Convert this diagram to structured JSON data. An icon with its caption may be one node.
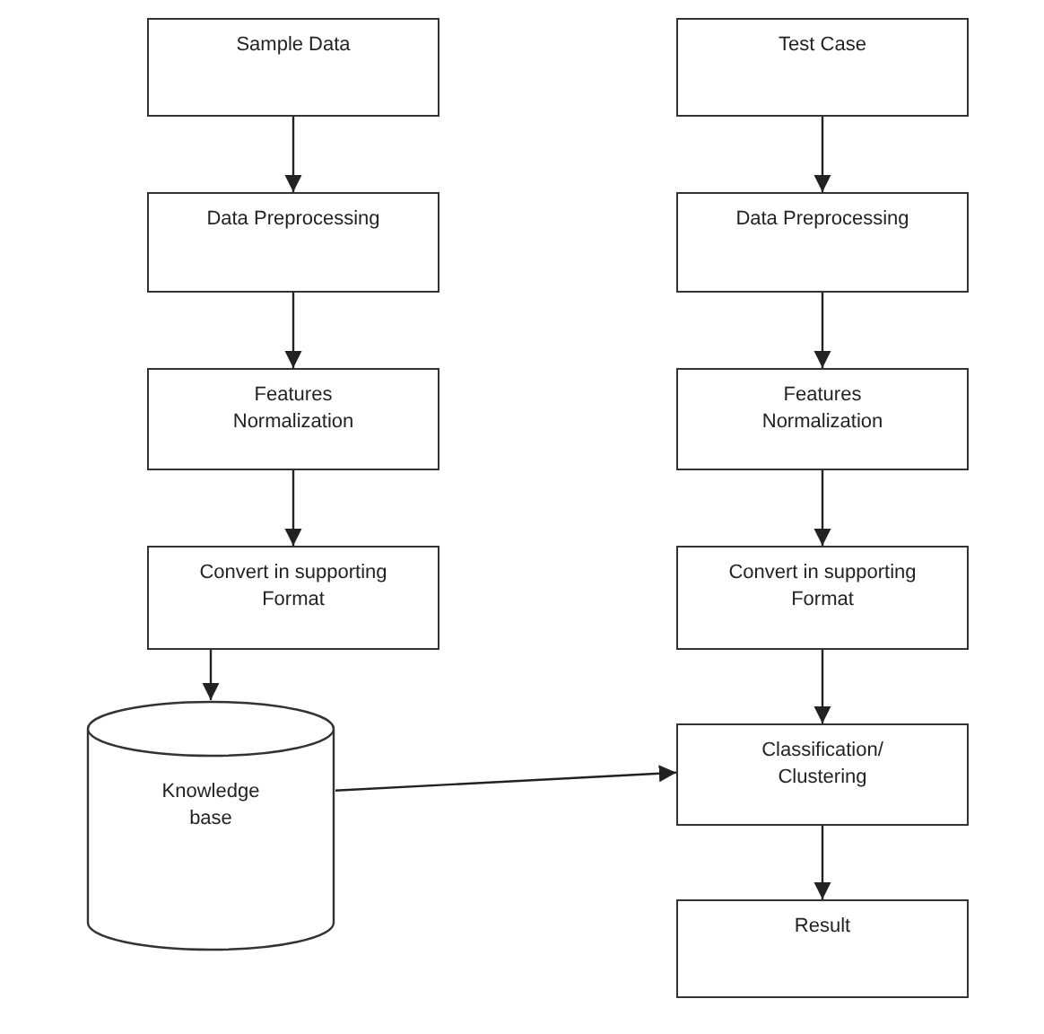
{
  "diagram": {
    "nodes": [
      {
        "text": [
          "Sample Data"
        ]
      },
      {
        "text": [
          "Data Preprocessing"
        ]
      },
      {
        "text": [
          "Features Normalization"
        ]
      },
      {
        "text": [
          "Convert in supporting Format"
        ]
      },
      {
        "text": [
          "Knowledge base"
        ]
      },
      {
        "text": [
          "Test Case"
        ]
      },
      {
        "text": [
          "Data Preprocessing"
        ]
      },
      {
        "text": [
          "Features Normalization"
        ]
      },
      {
        "text": [
          "Convert in supporting Format"
        ]
      },
      {
        "text": [
          "Classification/ Clustering"
        ]
      },
      {
        "text": [
          "Result"
        ]
      }
    ],
    "edges": [
      {
        "from": 0,
        "to": 1,
        "arrow": "to"
      },
      {
        "from": 1,
        "to": 2,
        "arrow": "to"
      },
      {
        "from": 2,
        "to": 3,
        "arrow": "to"
      },
      {
        "from": 3,
        "to": 4,
        "arrow": "to"
      },
      {
        "from": 5,
        "to": 6,
        "arrow": "to"
      },
      {
        "from": 6,
        "to": 7,
        "arrow": "to"
      },
      {
        "from": 7,
        "to": 8,
        "arrow": "to"
      },
      {
        "from": 8,
        "to": 9,
        "arrow": "to"
      },
      {
        "from": 4,
        "to": 9,
        "arrow": "to"
      },
      {
        "from": 9,
        "to": 10,
        "arrow": "to"
      }
    ]
  }
}
